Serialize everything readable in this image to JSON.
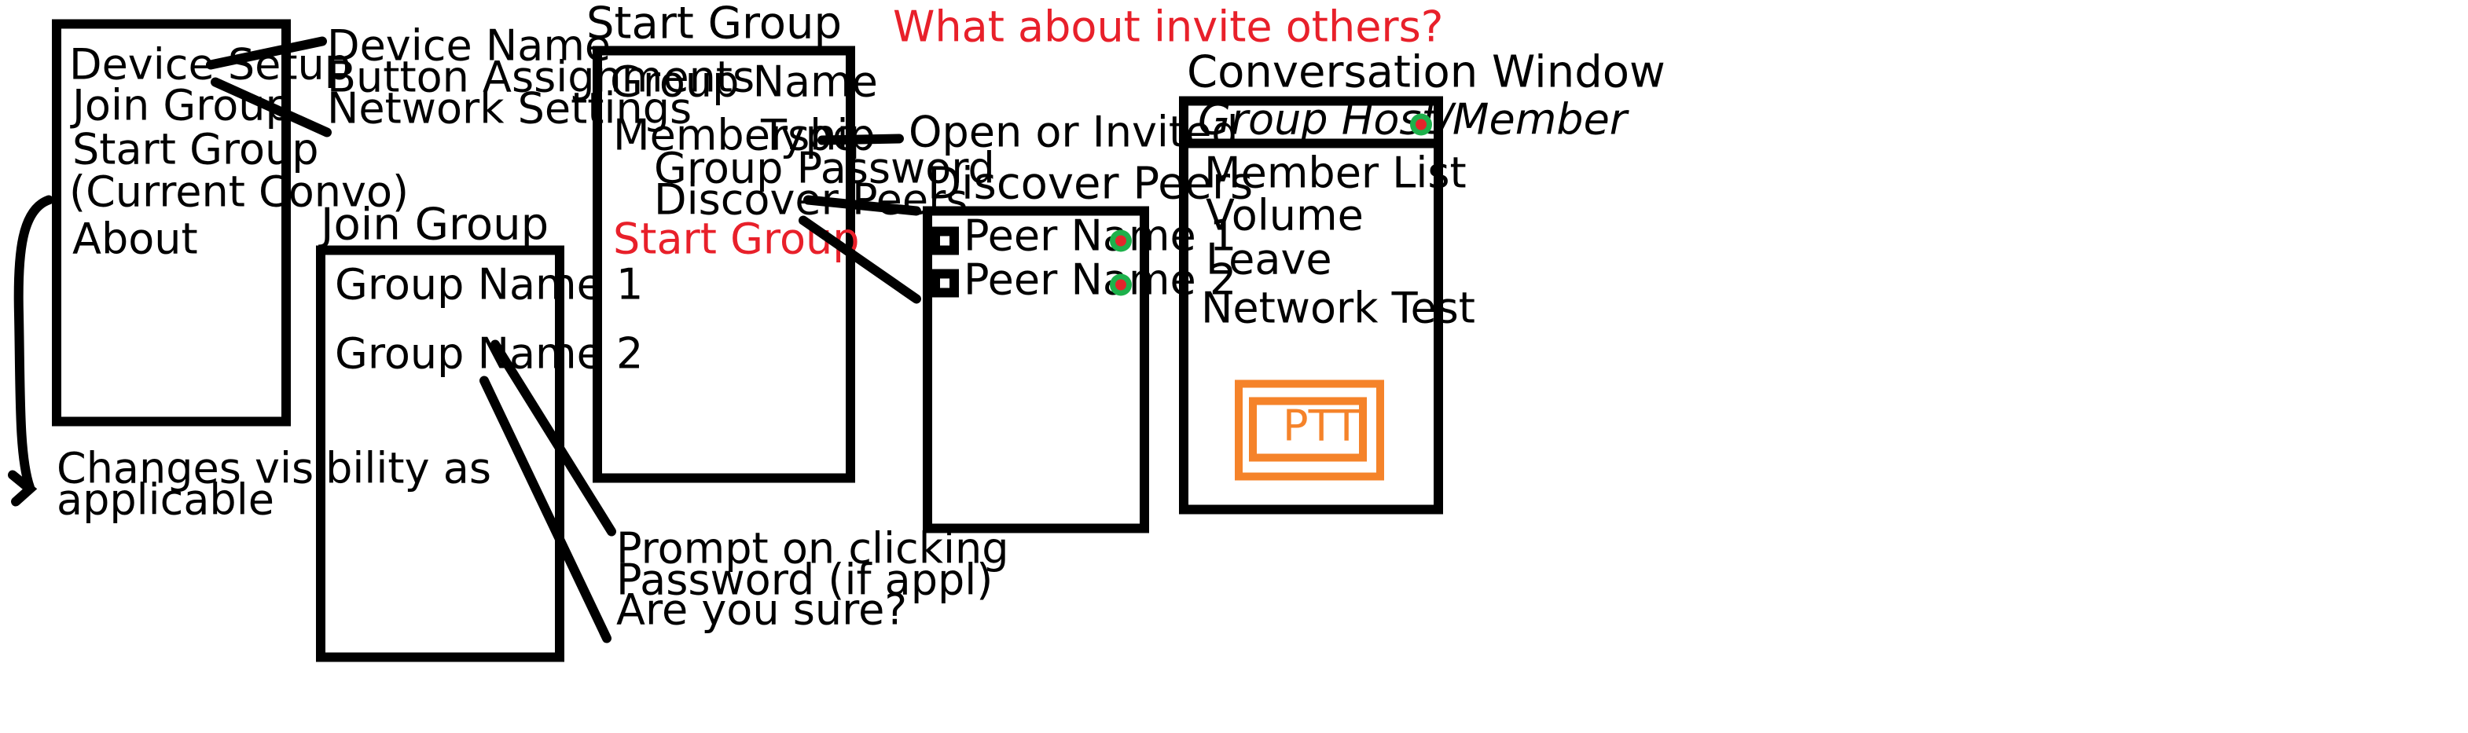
{
  "colors": {
    "ink": "#000000",
    "red": "#e8202a",
    "orange": "#f5832a",
    "green": "#1db14b",
    "dot_red": "#e3262b"
  },
  "note": "What about invite others?",
  "main_menu": {
    "items": [
      "Device Setup",
      "Join Group",
      "Start Group",
      "(Current Convo)",
      "About"
    ],
    "device_setup_options": [
      "Device Name",
      "Button Assignments",
      "Network Settings"
    ],
    "visibility_note": [
      "Changes visibility as",
      "applicable"
    ]
  },
  "join_group": {
    "title": "Join Group",
    "groups": [
      "Group Name 1",
      "Group Name 2"
    ],
    "click_note": [
      "Prompt on clicking",
      "Password (if appl)",
      "Are you sure?"
    ]
  },
  "start_group": {
    "title": "Start Group",
    "group_name": "Group Name",
    "membership": "Membership",
    "type": "Type",
    "type_options": "Open or Invited",
    "group_password": "Group Password",
    "discover_peers": "Discover Peers",
    "start_button": "Start Group"
  },
  "discover_peers": {
    "title": "Discover Peers",
    "peers": [
      "Peer Name 1",
      "Peer Name 2"
    ]
  },
  "conversation": {
    "title": "Conversation Window",
    "host_label": "Group Host/Member",
    "items": [
      "Member List",
      "Volume",
      "Leave",
      "Network Test"
    ],
    "ptt_label": "PTT"
  }
}
